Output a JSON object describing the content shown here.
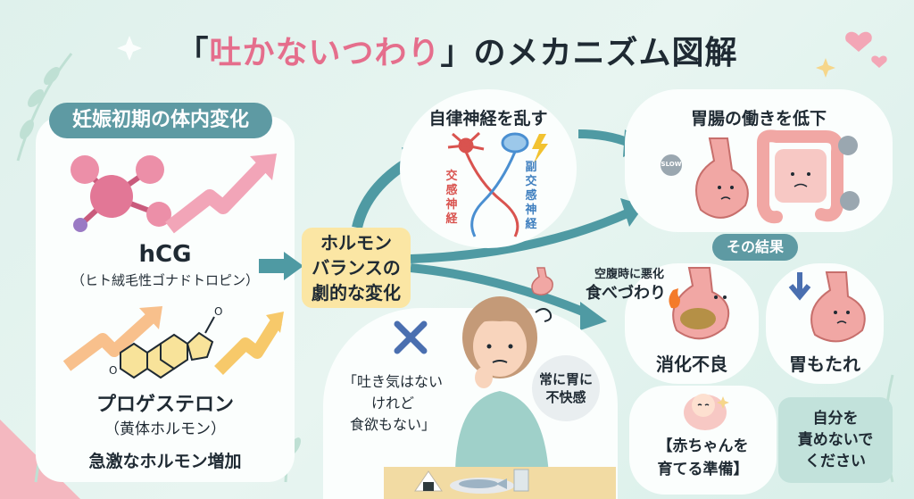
{
  "title": {
    "prefix": "「",
    "highlight": "吐かないつわり",
    "suffix": "」のメカニズム図解"
  },
  "left_panel": {
    "heading": "妊娠初期の体内変化",
    "hcg_label": "hCG",
    "hcg_sub": "（ヒト絨毛性ゴナドトロピン）",
    "progesterone_label": "プロゲステロン",
    "progesterone_sub": "（黄体ホルモン）",
    "surge_label": "急激なホルモン増加"
  },
  "center": {
    "line1": "ホルモン",
    "line2": "バランスの",
    "line3": "劇的な変化"
  },
  "nerve": {
    "title": "自律神経を乱す",
    "sympathetic": [
      "交",
      "感",
      "神",
      "経"
    ],
    "parasympathetic": [
      "副",
      "交",
      "感",
      "神",
      "経"
    ]
  },
  "gut": {
    "title": "胃腸の働きを低下",
    "slow_badge": "SLOW"
  },
  "result": {
    "pill": "その結果",
    "empty_line1": "空腹時に悪化",
    "empty_line2": "食べづわり",
    "dyspepsia": "消化不良",
    "heaviness": "胃もたれ"
  },
  "woman": {
    "quote_line1": "「吐き気はない",
    "quote_line2": "けれど",
    "quote_line3": "食欲もない」",
    "bubble_line1": "常に胃に",
    "bubble_line2": "不快感"
  },
  "baby": {
    "line1": "【赤ちゃんを",
    "line2": "育てる準備】"
  },
  "self_care": {
    "line1": "自分を",
    "line2": "責めないで",
    "line3": "ください"
  },
  "colors": {
    "accent_pink": "#e56e8c",
    "teal": "#5e9aa3",
    "arrow_teal": "#4f9aa3",
    "center_yellow": "#fbe6a4",
    "self_box": "#c2e2db"
  }
}
